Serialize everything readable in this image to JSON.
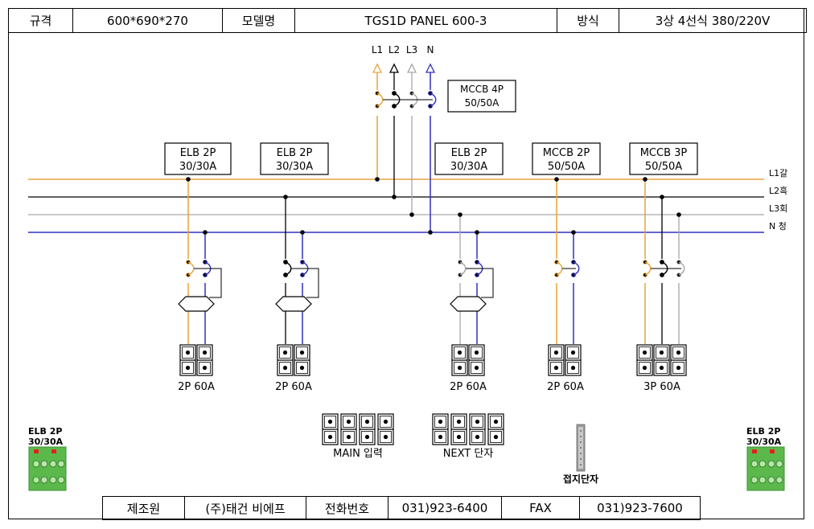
{
  "header": {
    "spec_label": "규격",
    "spec_value": "600*690*270",
    "model_label": "모델명",
    "model_value": "TGS1D PANEL 600-3",
    "method_label": "방식",
    "method_value": "3상 4선식 380/220V"
  },
  "footer": {
    "maker_label": "제조원",
    "maker_value": "(주)태건 비에프",
    "phone_label": "전화번호",
    "phone_value": "031)923-6400",
    "fax_label": "FAX",
    "fax_value": "031)923-7600"
  },
  "incoming": {
    "labels": [
      "L1",
      "L2",
      "L3",
      "N"
    ],
    "breaker_type": "MCCB 4P",
    "breaker_rating": "50/50A"
  },
  "bus": {
    "labels": [
      "L1갈",
      "L2흑",
      "L3회",
      "N 청"
    ]
  },
  "colors": {
    "l1": "#E8A33D",
    "l2": "#000000",
    "l3": "#A6A6A6",
    "n": "#3030C0",
    "device_green": "#5BB94B",
    "device_green_dark": "#3E8F35",
    "device_red": "#E02020"
  },
  "branches": [
    {
      "breaker_type": "ELB 2P",
      "rating": "30/30A",
      "terminal": "2P 60A"
    },
    {
      "breaker_type": "ELB 2P",
      "rating": "30/30A",
      "terminal": "2P 60A"
    },
    {
      "breaker_type": "ELB 2P",
      "rating": "30/30A",
      "terminal": "2P 60A"
    },
    {
      "breaker_type": "MCCB 2P",
      "rating": "50/50A",
      "terminal": "2P 60A"
    },
    {
      "breaker_type": "MCCB 3P",
      "rating": "50/50A",
      "terminal": "3P 60A"
    }
  ],
  "terminals": {
    "main_label": "MAIN 입력",
    "next_label": "NEXT 단자",
    "ground_label": "접지단자"
  },
  "device_badges": [
    {
      "line1": "ELB 2P",
      "line2": "30/30A"
    },
    {
      "line1": "ELB 2P",
      "line2": "30/30A"
    }
  ]
}
